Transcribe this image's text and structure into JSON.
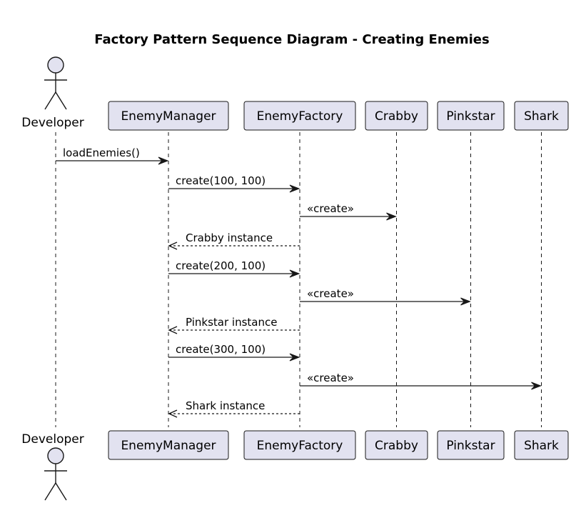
{
  "title": "Factory Pattern Sequence Diagram - Creating Enemies",
  "participants": [
    {
      "id": "dev",
      "label": "Developer",
      "kind": "actor"
    },
    {
      "id": "mgr",
      "label": "EnemyManager",
      "kind": "participant"
    },
    {
      "id": "fac",
      "label": "EnemyFactory",
      "kind": "participant"
    },
    {
      "id": "crab",
      "label": "Crabby",
      "kind": "participant"
    },
    {
      "id": "pink",
      "label": "Pinkstar",
      "kind": "participant"
    },
    {
      "id": "shark",
      "label": "Shark",
      "kind": "participant"
    }
  ],
  "messages": [
    {
      "from": "dev",
      "to": "mgr",
      "label": "loadEnemies()",
      "style": "solid"
    },
    {
      "from": "mgr",
      "to": "fac",
      "label": "create(100, 100)",
      "style": "solid"
    },
    {
      "from": "fac",
      "to": "crab",
      "label": "«create»",
      "style": "solid"
    },
    {
      "from": "fac",
      "to": "mgr",
      "label": "Crabby instance",
      "style": "dashed"
    },
    {
      "from": "mgr",
      "to": "fac",
      "label": "create(200, 100)",
      "style": "solid"
    },
    {
      "from": "fac",
      "to": "pink",
      "label": "«create»",
      "style": "solid"
    },
    {
      "from": "fac",
      "to": "mgr",
      "label": "Pinkstar instance",
      "style": "dashed"
    },
    {
      "from": "mgr",
      "to": "fac",
      "label": "create(300, 100)",
      "style": "solid"
    },
    {
      "from": "fac",
      "to": "shark",
      "label": "«create»",
      "style": "solid"
    },
    {
      "from": "fac",
      "to": "mgr",
      "label": "Shark instance",
      "style": "dashed"
    }
  ]
}
